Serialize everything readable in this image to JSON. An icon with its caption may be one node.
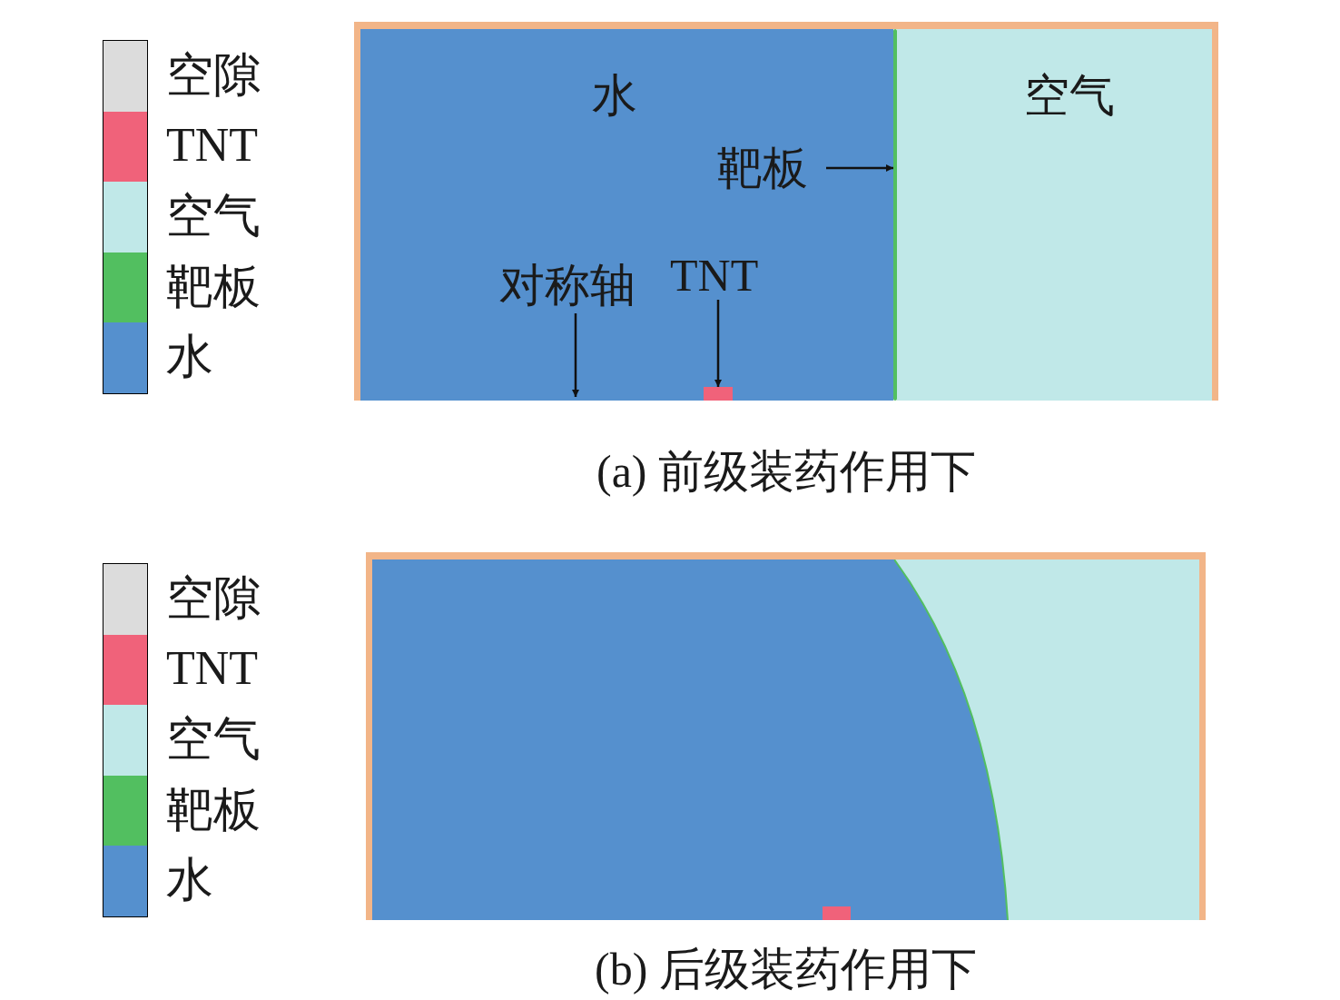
{
  "diagram": {
    "nodes": [
      {
        "text": [
          "水"
        ]
      },
      {
        "text": [
          "空气"
        ]
      },
      {
        "text": [
          "靶板"
        ],
        "in": 0
      },
      {
        "text": [],
        "shape": "bar"
      },
      {
        "text": [
          "对称轴"
        ],
        "in": 0
      },
      {
        "text": [
          "TNT"
        ],
        "in": 0
      },
      {
        "text": [],
        "shape": "box",
        "in": 0
      },
      {
        "text": [],
        "shape": "box"
      },
      {
        "text": [],
        "shape": "box",
        "in": 7
      },
      {
        "text": [],
        "shape": "box",
        "in": 7
      }
    ],
    "edges": [
      {
        "from": 2,
        "to": 3,
        "arrow": "to"
      },
      {
        "from": 4,
        "to": null,
        "arrow": "to"
      },
      {
        "from": 5,
        "to": 6,
        "arrow": "to"
      }
    ],
    "labels": [
      "(a) 前级装药作用下",
      "(b) 后级装药作用下"
    ],
    "legend": [
      {
        "text": "空隙",
        "color": "#dcdcdc"
      },
      {
        "text": "TNT",
        "color": "#f0627a"
      },
      {
        "text": "空气",
        "color": "#c0e8e8"
      },
      {
        "text": "靶板",
        "color": "#52bf60"
      },
      {
        "text": "水",
        "color": "#5590ce"
      },
      {
        "text": "空隙",
        "color": "#dcdcdc"
      },
      {
        "text": "TNT",
        "color": "#f0627a"
      },
      {
        "text": "空气",
        "color": "#c0e8e8"
      },
      {
        "text": "靶板",
        "color": "#52bf60"
      },
      {
        "text": "水",
        "color": "#5590ce"
      }
    ]
  }
}
